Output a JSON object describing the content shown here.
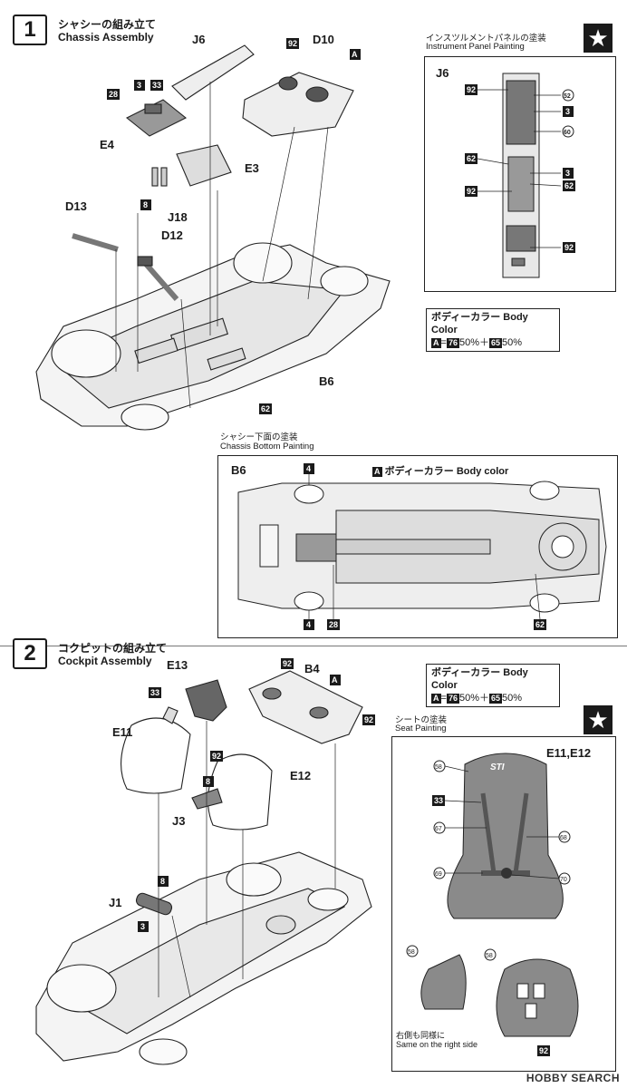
{
  "step1": {
    "number": "1",
    "title_jp": "シャシーの組み立て",
    "title_en": "Chassis Assembly",
    "parts": [
      "J6",
      "D10",
      "E4",
      "E3",
      "J18",
      "D13",
      "D12",
      "B6"
    ],
    "color_refs": [
      "92",
      "3",
      "33",
      "28",
      "8",
      "62",
      "A"
    ]
  },
  "instrument_panel": {
    "title_jp": "インスツルメントパネルの塗装",
    "title_en": "Instrument Panel Painting",
    "part": "J6",
    "callouts": [
      "92",
      "52",
      "3",
      "60",
      "62",
      "3",
      "92",
      "62",
      "92"
    ]
  },
  "body_color1": {
    "title_jp": "ボディーカラー",
    "title_en": "Body Color",
    "chip": "A",
    "mix_a": "76",
    "mix_a_pct": "50%",
    "mix_b": "65",
    "mix_b_pct": "50%",
    "plus": "＋"
  },
  "chassis_bottom": {
    "title_jp": "シャシー下面の塗装",
    "title_en": "Chassis Bottom Painting",
    "part": "B6",
    "color_jp": "ボディーカラー",
    "color_en": "Body color",
    "chip": "A",
    "callouts": [
      "4",
      "4",
      "28",
      "62"
    ]
  },
  "step2": {
    "number": "2",
    "title_jp": "コクピットの組み立て",
    "title_en": "Cockpit Assembly",
    "parts": [
      "E13",
      "B4",
      "E11",
      "E12",
      "J3",
      "J1"
    ],
    "callouts": [
      "33",
      "92",
      "A",
      "92",
      "92",
      "8",
      "8",
      "3"
    ]
  },
  "body_color2": {
    "title_jp": "ボディーカラー",
    "title_en": "Body Color",
    "chip": "A",
    "mix_a": "76",
    "mix_a_pct": "50%",
    "mix_b": "65",
    "mix_b_pct": "50%",
    "plus": "＋"
  },
  "seat_painting": {
    "title_jp": "シートの塗装",
    "title_en": "Seat Painting",
    "parts": "E11,E12",
    "callouts": [
      "58",
      "33",
      "67",
      "68",
      "69",
      "70",
      "58",
      "58",
      "92"
    ],
    "note_jp": "右側も同様に",
    "note_en": "Same on the right side"
  },
  "watermark": "HOBBY SEARCH"
}
